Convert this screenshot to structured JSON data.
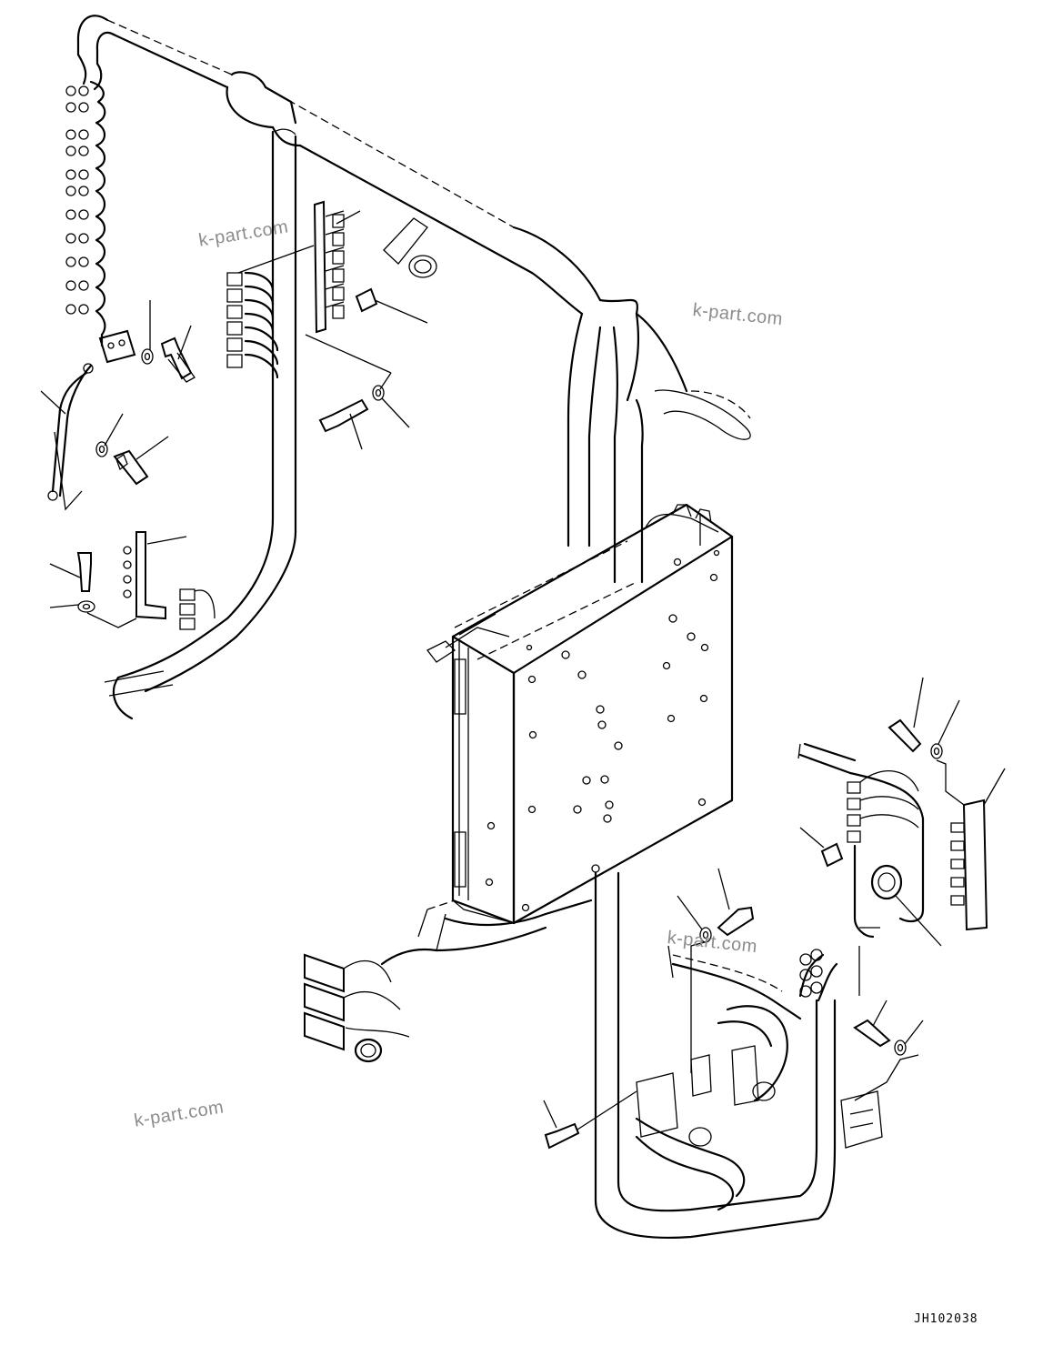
{
  "watermarks": [
    "k-part.com",
    "k-part.com",
    "k-part.com",
    "k-part.com"
  ],
  "drawing_code": "JH102038",
  "parts": {
    "box": "controller-box",
    "harness": "wiring-harness",
    "fasteners": [
      "bolt-icon",
      "washer-icon",
      "nut-icon"
    ],
    "connectors": [
      "connector-block-icon",
      "terminal-strip-icon",
      "grommet-icon"
    ]
  }
}
